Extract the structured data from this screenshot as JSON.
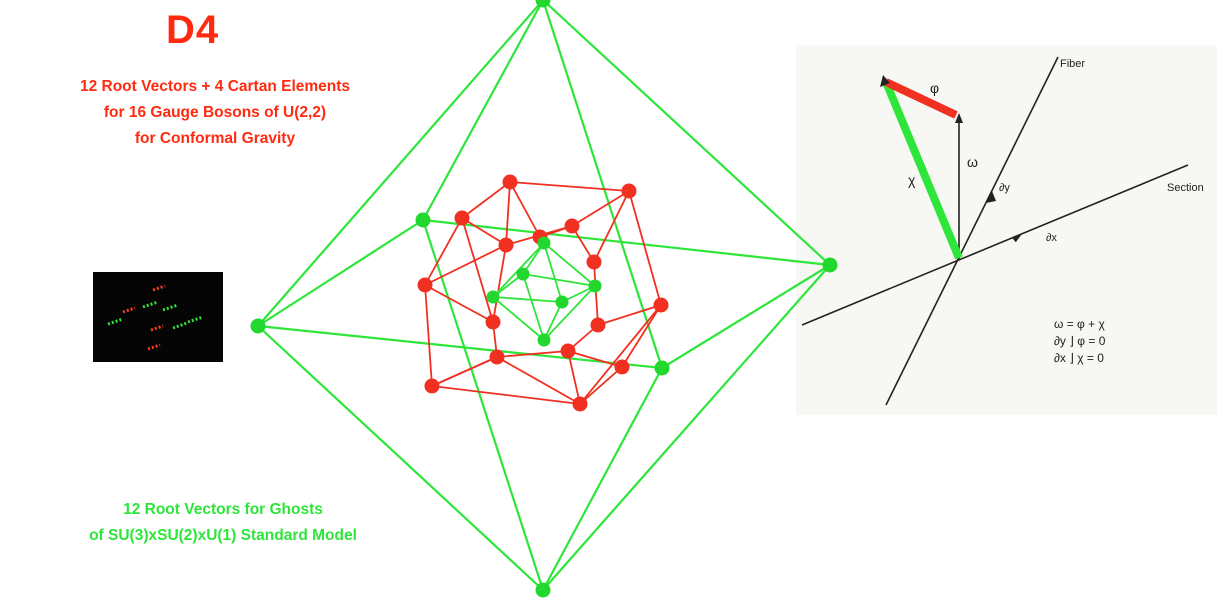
{
  "title": "D4",
  "red_caption": {
    "line1": "12 Root Vectors + 4 Cartan Elements",
    "line2": "for 16 Gauge Bosons of U(2,2)",
    "line3": "for Conformal Gravity"
  },
  "green_caption": {
    "line1": "12 Root Vectors for Ghosts",
    "line2": "of SU(3)xSU(2)xU(1) Standard Model"
  },
  "fiber_diagram": {
    "fiber_label": "Fiber",
    "section_label": "Section",
    "phi_label": "φ",
    "omega_label": "ω",
    "chi_label": "χ",
    "dy_label": "∂y",
    "dx_label": "∂x",
    "eq1": "ω = φ + χ",
    "eq2": "∂y ⌋ φ = 0",
    "eq3": "∂x ⌋ χ = 0"
  },
  "colors": {
    "red": "#ff2a10",
    "green": "#2ee53a",
    "node_red": "#f03020",
    "node_green": "#22d82e"
  }
}
